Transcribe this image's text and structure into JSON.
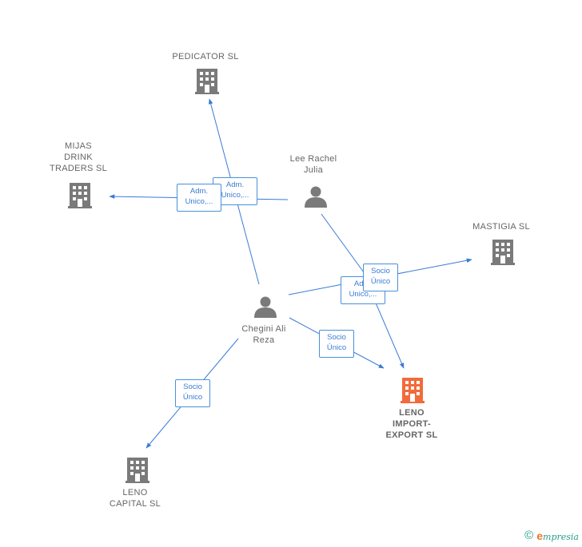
{
  "nodes": {
    "pedicator": {
      "label": "PEDICATOR  SL",
      "type": "company"
    },
    "mijas": {
      "label": "MIJAS\nDRINK\nTRADERS  SL",
      "type": "company"
    },
    "lee": {
      "label": "Lee Rachel\nJulia",
      "type": "person"
    },
    "mastigia": {
      "label": "MASTIGIA  SL",
      "type": "company"
    },
    "chegini": {
      "label": "Chegini Ali\nReza",
      "type": "person"
    },
    "leno_import": {
      "label": "LENO\nIMPORT-\nEXPORT  SL",
      "type": "company",
      "highlight": true
    },
    "leno_capital": {
      "label": "LENO\nCAPITAL  SL",
      "type": "company"
    }
  },
  "edges": {
    "adm1": "Adm.\nUnico,...",
    "adm2": "Adm.\nUnico,...",
    "adm3": "Adm.\nUnico,...",
    "socio_mastigia": "Socio\nÚnico",
    "socio_leno_import": "Socio\nÚnico",
    "socio_leno_capital": "Socio\nÚnico"
  },
  "colors": {
    "edge": "#3a7bd5",
    "company_icon": "#7a7a7a",
    "highlight_icon": "#f26b3a",
    "person_icon": "#7a7a7a"
  },
  "brand": {
    "copyright": "©",
    "e": "e",
    "name": "mpresia"
  }
}
